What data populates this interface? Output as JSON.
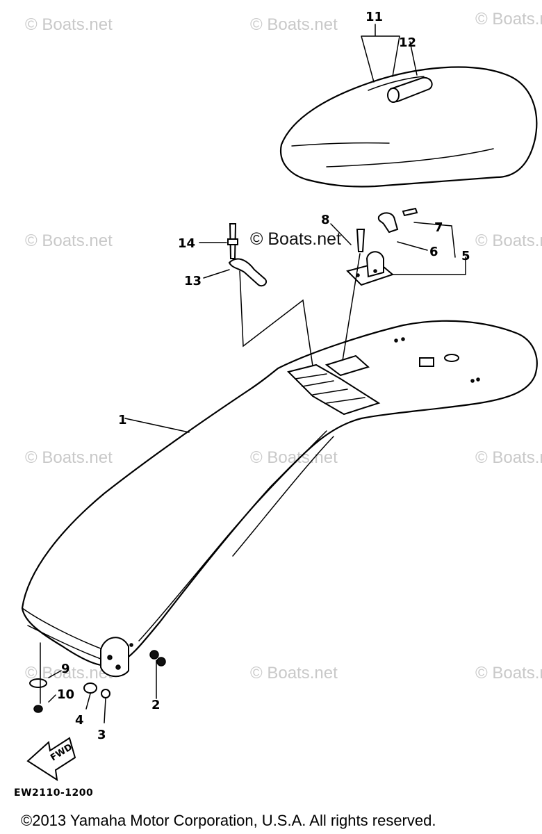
{
  "watermark": "© Boats.net",
  "center_watermark": "© Boats.net",
  "diagram_code": "EW2110-1200",
  "fwd_label": "FWD",
  "copyright": "©2013 Yamaha Motor Corporation, U.S.A. All rights reserved.",
  "callouts": {
    "c1": "1",
    "c2": "2",
    "c3": "3",
    "c4": "4",
    "c5": "5",
    "c6": "6",
    "c7": "7",
    "c8": "8",
    "c9": "9",
    "c10": "10",
    "c11": "11",
    "c12": "12",
    "c13": "13",
    "c14": "14"
  }
}
